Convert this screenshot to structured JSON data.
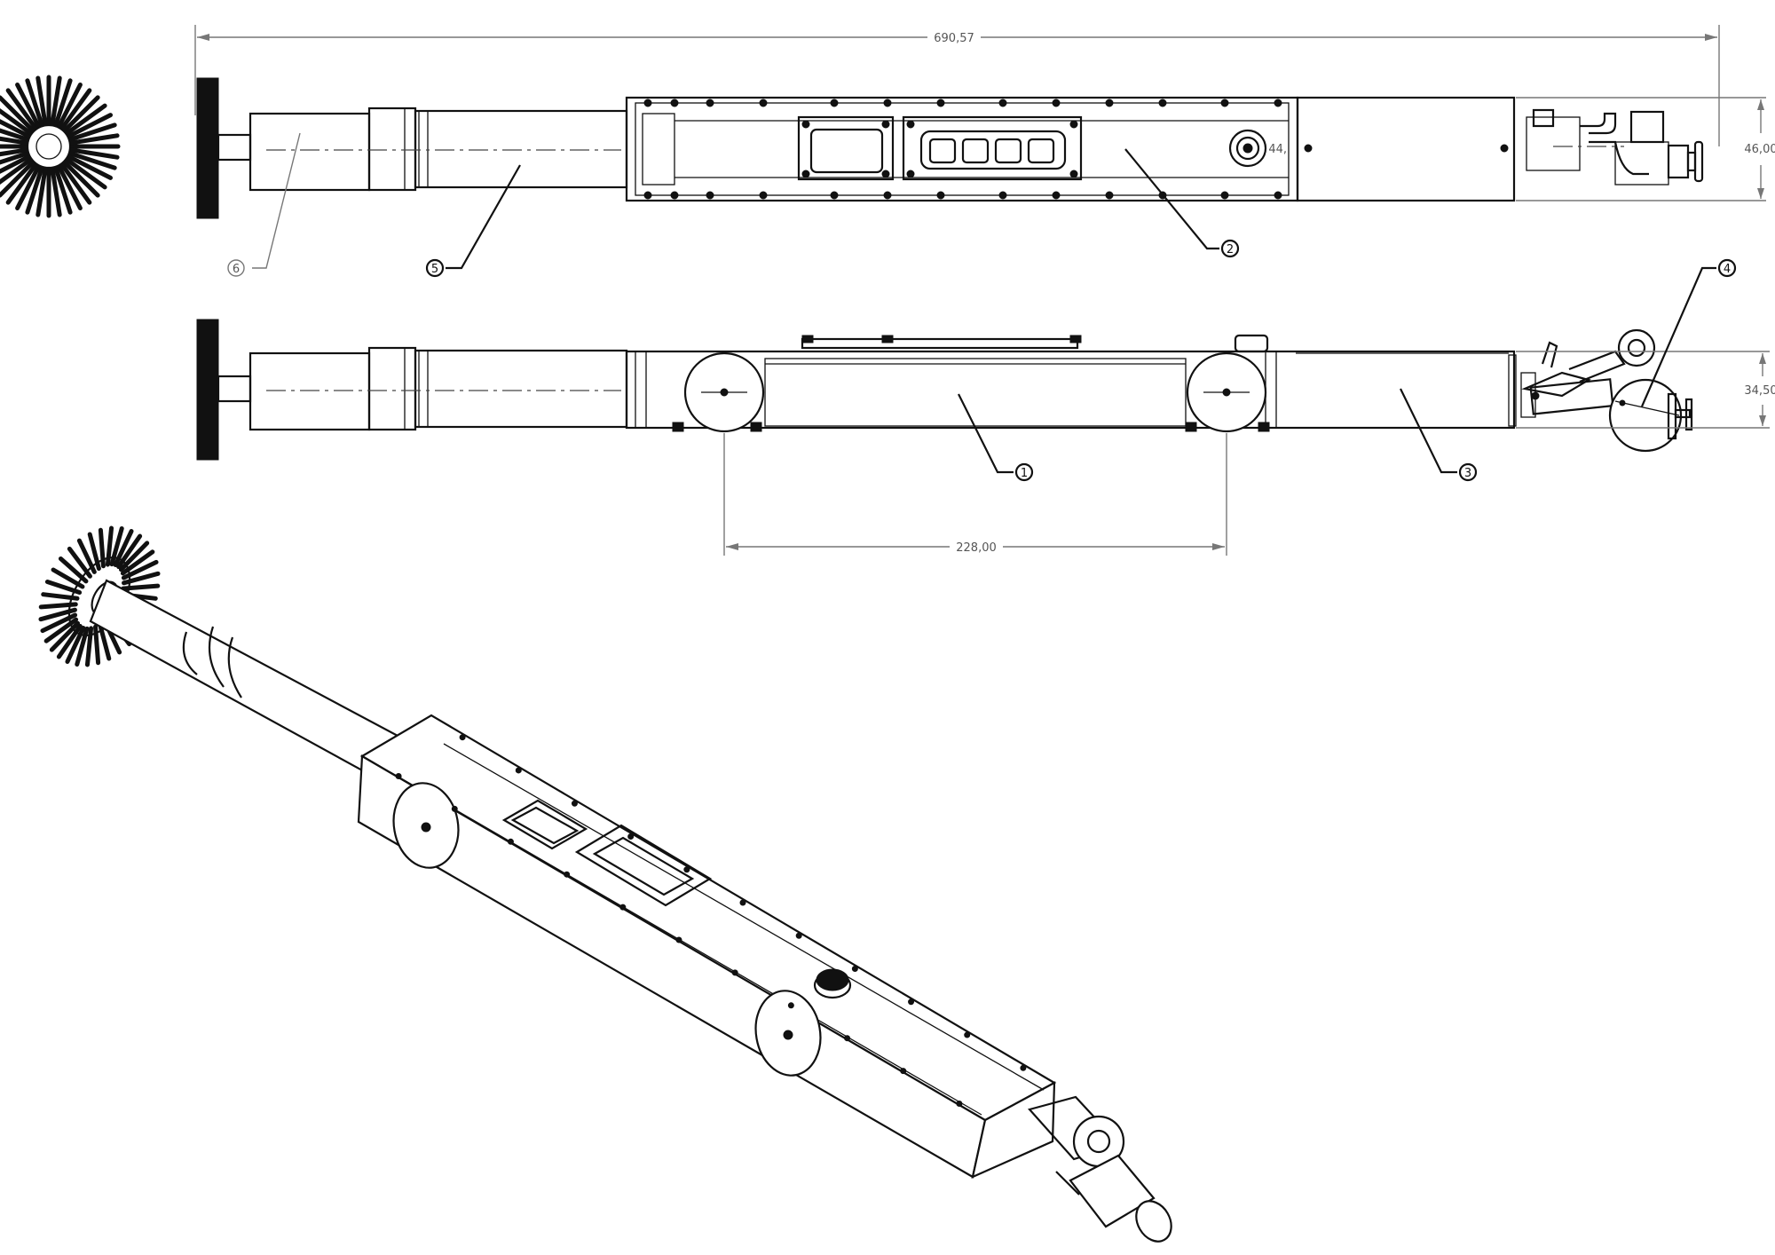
{
  "dimensions": {
    "overall_length": "690,57",
    "height_top": "46,00",
    "height_side": "34,50",
    "wheel_spacing": "228,00",
    "small_label": "44,"
  },
  "balloons": {
    "b1": "1",
    "b2": "2",
    "b3": "3",
    "b4": "4",
    "b5": "5",
    "b6": "6"
  },
  "colors": {
    "line": "#111111",
    "dimension": "#777777",
    "background": "#ffffff"
  }
}
